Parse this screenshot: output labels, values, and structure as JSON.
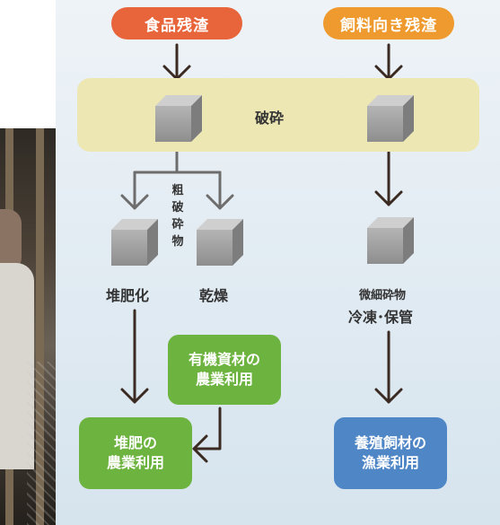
{
  "sources": {
    "food_residue": "食品残渣",
    "feed_residue": "飼料向き残渣"
  },
  "stages": {
    "crushing": "破砕",
    "coarse_crushed": [
      "粗",
      "破",
      "砕",
      "物"
    ],
    "composting": "堆肥化",
    "drying": "乾燥",
    "fine_crushed": "微細砕物",
    "freeze_storage": "冷凍･保管"
  },
  "outputs": {
    "organic_material": [
      "有機資材の",
      "農業利用"
    ],
    "compost_use": [
      "堆肥の",
      "農業利用"
    ],
    "aquaculture_feed": [
      "養殖飼材の",
      "漁業利用"
    ]
  },
  "colors": {
    "food_pill": "#e8643a",
    "feed_pill": "#ef9a2e",
    "band": "#ece7b3",
    "green_box": "#6db33f",
    "blue_box": "#4f86c6",
    "arrow": "#3a2a22",
    "cube": "#9b9b9b"
  }
}
